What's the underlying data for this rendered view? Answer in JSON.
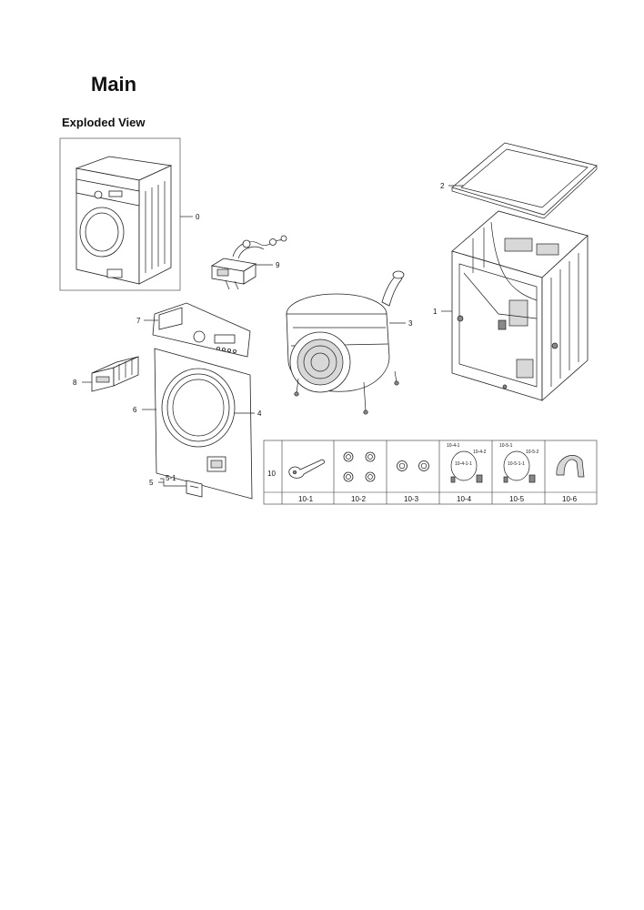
{
  "page": {
    "title": "Main",
    "subtitle": "Exploded View"
  },
  "callouts": {
    "c0": "0",
    "c1": "1",
    "c2": "2",
    "c3": "3",
    "c4": "4",
    "c5": "5",
    "c5_1": "5-1",
    "c6": "6",
    "c7": "7",
    "c8": "8",
    "c9": "9"
  },
  "accessory_table": {
    "group_label": "10",
    "columns": [
      "10-1",
      "10-2",
      "10-3",
      "10-4",
      "10-5",
      "10-6"
    ],
    "sub_labels": {
      "s10_4_1": "10-4-1",
      "s10_4_2": "10-4-2",
      "s10_4_1_1": "10-4-1-1",
      "s10_5_1": "10-5-1",
      "s10_5_2": "10-5-2",
      "s10_5_1_1": "10-5-1-1"
    }
  }
}
